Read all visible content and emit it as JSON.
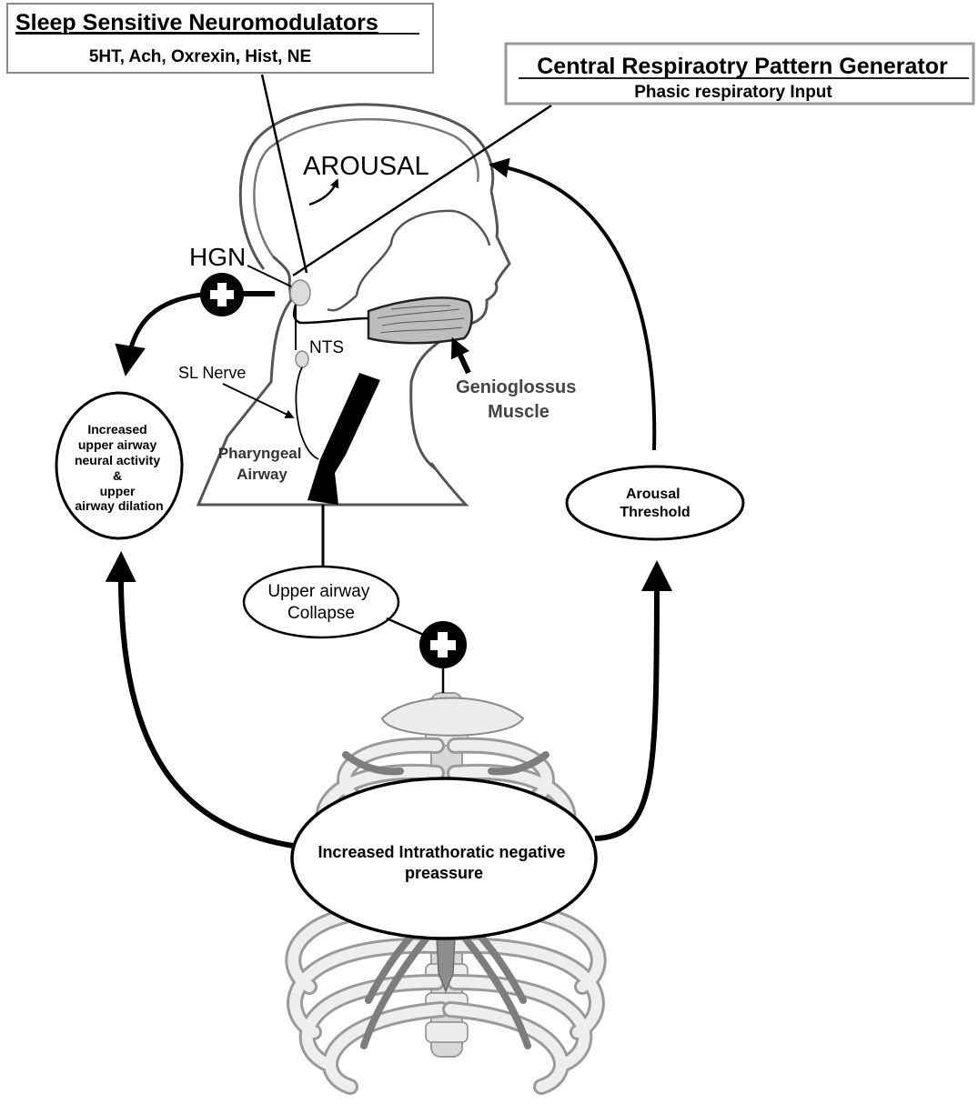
{
  "neuromodulators": {
    "title": "Sleep Sensitive Neuromodulators",
    "list": "5HT, Ach, Oxrexin, Hist, NE"
  },
  "cpg": {
    "title": "Central Respiraotry Pattern Generator",
    "subtitle": "Phasic respiratory Input"
  },
  "head": {
    "arousal": "AROUSAL",
    "hgn": "HGN",
    "nts": "NTS",
    "sl_nerve": "SL Nerve",
    "genioglossus": [
      "Genioglossus",
      "Muscle"
    ],
    "pharyngeal": [
      "Pharyngeal",
      "Airway"
    ]
  },
  "nodes": {
    "increased_activity": [
      "Increased",
      "upper airway",
      "neural activity",
      "&",
      "upper",
      "airway dilation"
    ],
    "arousal_threshold": [
      "Arousal",
      "Threshold"
    ],
    "collapse": [
      "Upper airway",
      "Collapse"
    ],
    "pressure": [
      "Increased Intrathoratic negative",
      "preassure"
    ]
  },
  "colors": {
    "stroke": "#000000",
    "head_outline": "#555555",
    "muscle_fill": "#bdbdbd",
    "node_fill": "#d6d6d6",
    "rib_fill": "#e6e6e6",
    "rib_edge": "#9a9a9a",
    "plus_fill": "#000000"
  }
}
